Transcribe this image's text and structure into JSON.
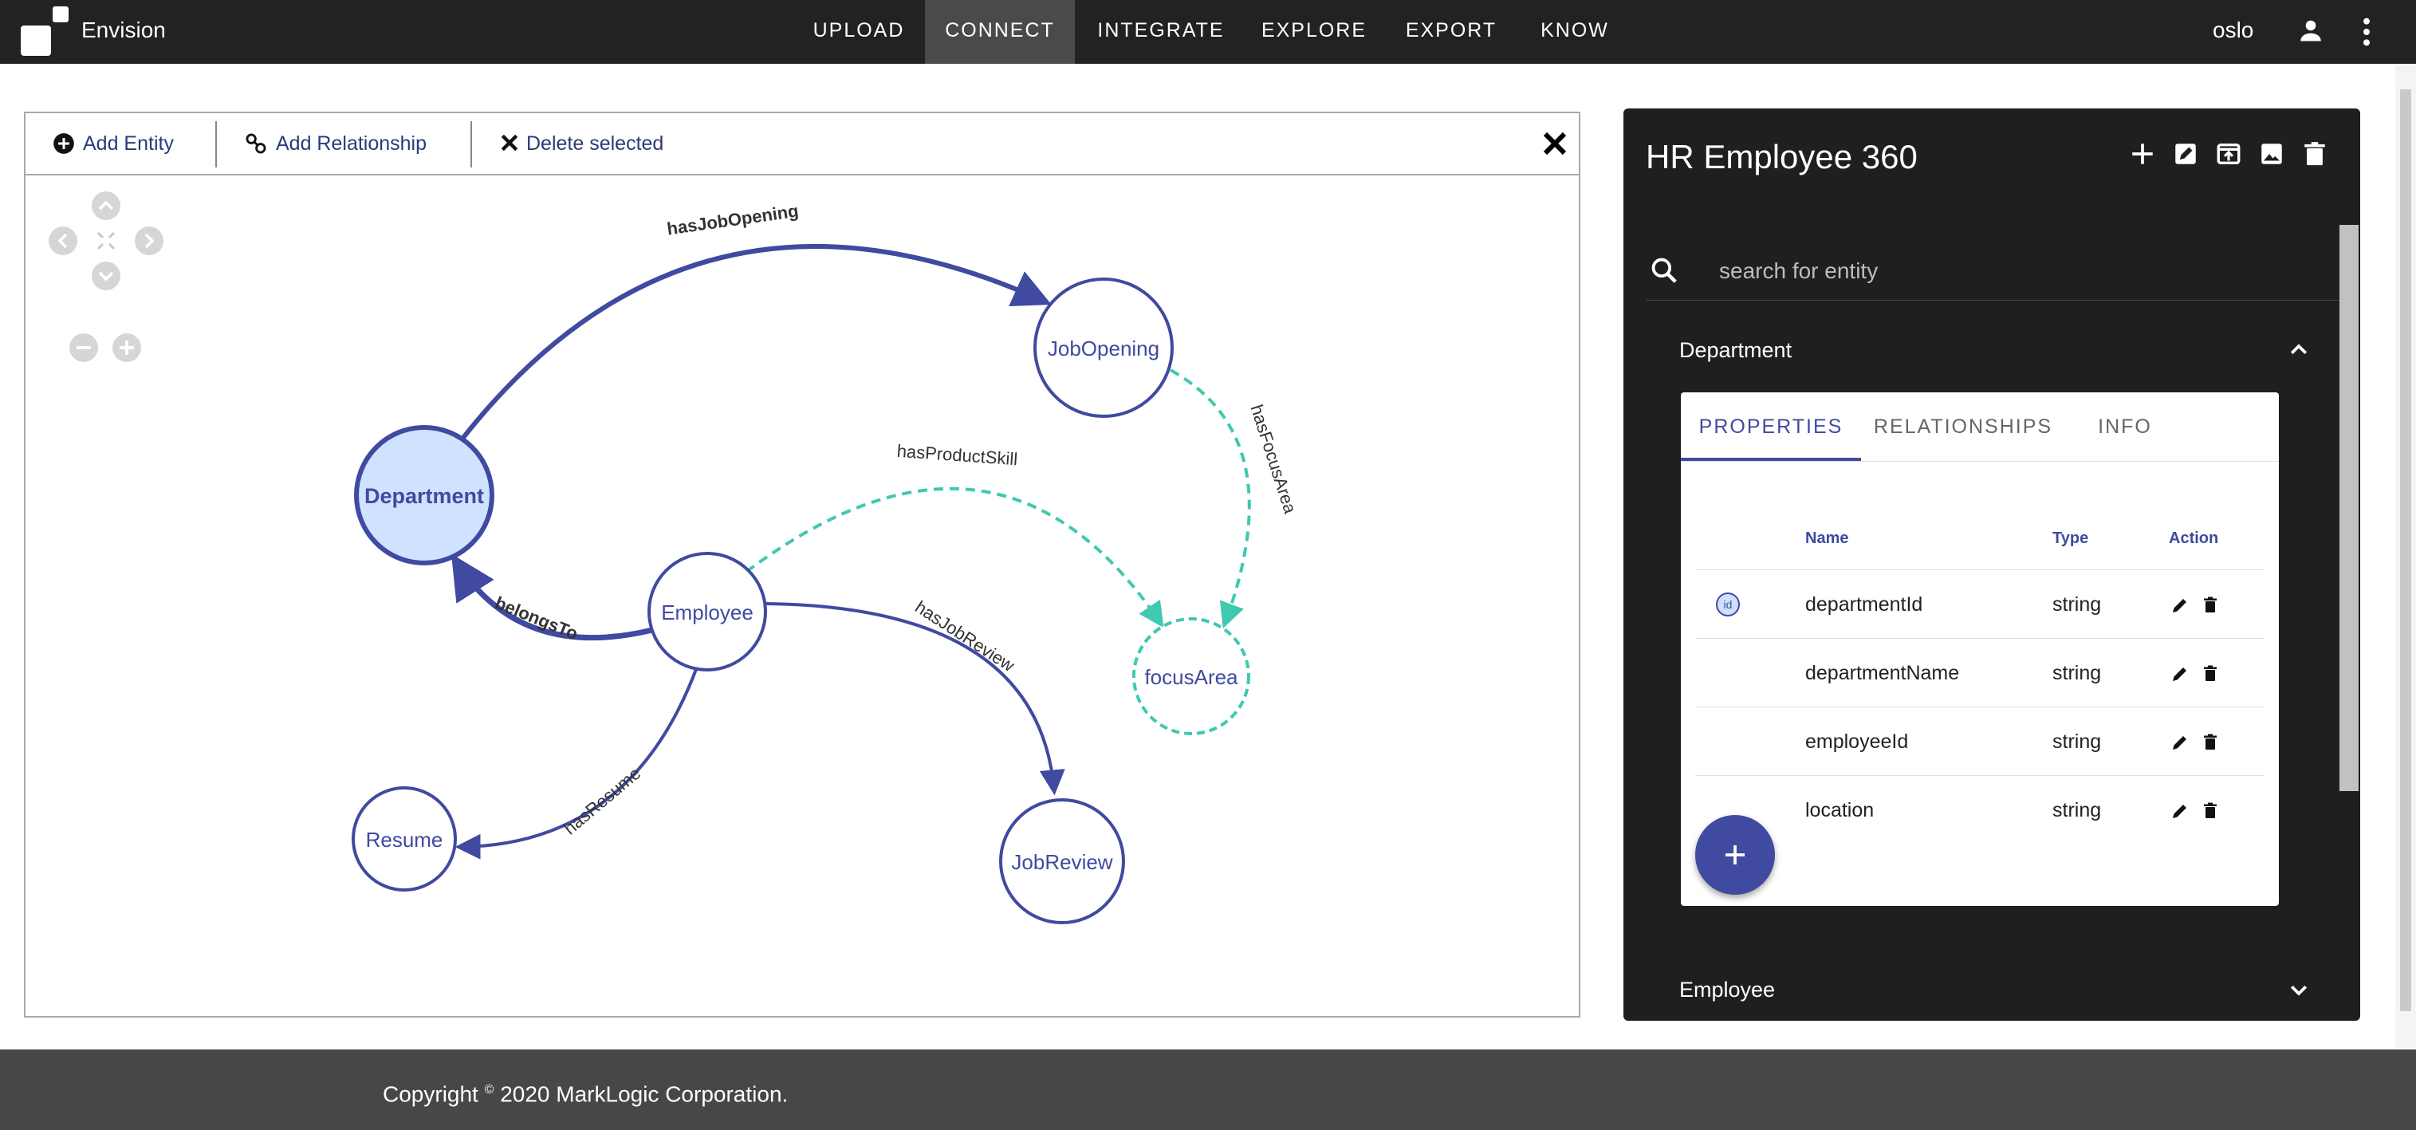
{
  "app": {
    "name": "Envision"
  },
  "nav": {
    "items": [
      {
        "label": "UPLOAD"
      },
      {
        "label": "CONNECT",
        "active": true
      },
      {
        "label": "INTEGRATE"
      },
      {
        "label": "EXPLORE"
      },
      {
        "label": "EXPORT"
      },
      {
        "label": "KNOW"
      }
    ],
    "user": "oslo"
  },
  "toolbar": {
    "add_entity": "Add Entity",
    "add_relationship": "Add Relationship",
    "delete_selected": "Delete selected"
  },
  "graph": {
    "nodes": [
      {
        "id": "department",
        "label": "Department",
        "selected": true
      },
      {
        "id": "employee",
        "label": "Employee"
      },
      {
        "id": "jobopening",
        "label": "JobOpening"
      },
      {
        "id": "focusarea",
        "label": "focusArea",
        "dashed": true
      },
      {
        "id": "resume",
        "label": "Resume"
      },
      {
        "id": "jobreview",
        "label": "JobReview"
      }
    ],
    "edges": [
      {
        "label": "hasJobOpening",
        "from": "Department",
        "to": "JobOpening"
      },
      {
        "label": "hasFocusArea",
        "from": "JobOpening",
        "to": "focusArea",
        "dashed": true
      },
      {
        "label": "hasProductSkill",
        "from": "Employee",
        "to": "focusArea",
        "dashed": true
      },
      {
        "label": "belongsTo",
        "from": "Employee",
        "to": "Department"
      },
      {
        "label": "hasJobReview",
        "from": "Employee",
        "to": "JobReview"
      },
      {
        "label": "hasResume",
        "from": "Employee",
        "to": "Resume"
      }
    ],
    "colors": {
      "node": "#3f4aa0",
      "selected_fill": "#cfe2ff",
      "dashed": "#40c8b0"
    }
  },
  "model": {
    "title": "HR Employee 360",
    "search_placeholder": "search for entity",
    "sections": [
      {
        "name": "Department",
        "expanded": true
      },
      {
        "name": "Employee",
        "expanded": false
      }
    ],
    "tabs": [
      "PROPERTIES",
      "RELATIONSHIPS",
      "INFO"
    ],
    "columns": [
      "Name",
      "Type",
      "Action"
    ],
    "properties": [
      {
        "name": "departmentId",
        "type": "string",
        "is_id": true,
        "badge": "id"
      },
      {
        "name": "departmentName",
        "type": "string"
      },
      {
        "name": "employeeId",
        "type": "string"
      },
      {
        "name": "location",
        "type": "string"
      }
    ]
  },
  "footer": {
    "prefix": "Copyright",
    "symbol": "©",
    "text": "2020 MarkLogic Corporation."
  }
}
